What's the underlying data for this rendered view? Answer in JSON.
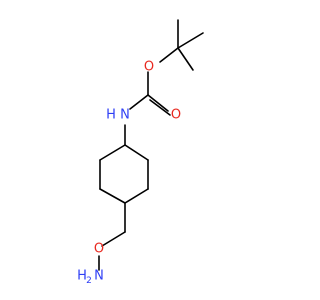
{
  "diagram": {
    "type": "chemical-structure",
    "colors": {
      "bond": "#000000",
      "oxygen": "#e8281f",
      "nitrogen": "#2f3ff5",
      "background": "#ffffff"
    },
    "atoms": {
      "carbonyl_oxygen": "O",
      "ester_oxygen": "O",
      "carbamate_nitrogen": "N",
      "amine_hydrogen": "H",
      "hydroxylamine_oxygen": "O",
      "hydroxylamine_nitrogen": "N",
      "hydroxylamine_h2": "H",
      "hydroxylamine_h2_subscript": "2"
    }
  }
}
